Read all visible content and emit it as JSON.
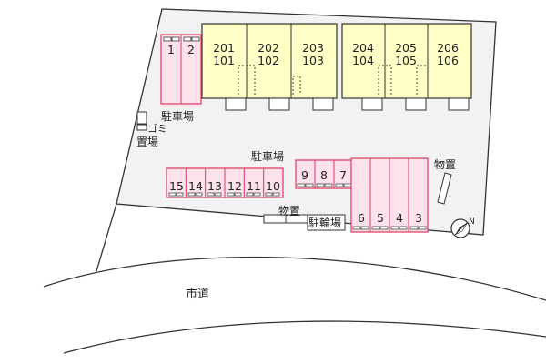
{
  "buildings": {
    "left": [
      {
        "upper": "201",
        "lower": "101"
      },
      {
        "upper": "202",
        "lower": "102"
      },
      {
        "upper": "203",
        "lower": "103"
      }
    ],
    "right": [
      {
        "upper": "204",
        "lower": "104"
      },
      {
        "upper": "205",
        "lower": "105"
      },
      {
        "upper": "206",
        "lower": "106"
      }
    ]
  },
  "parking": {
    "top_left": [
      "1",
      "2"
    ],
    "middle_left": [
      "15",
      "14",
      "13",
      "12",
      "11",
      "10"
    ],
    "middle_right": [
      "9",
      "8",
      "7"
    ],
    "bottom_right": [
      "6",
      "5",
      "4",
      "3"
    ]
  },
  "labels": {
    "parking_top": "駐車場",
    "parking_center": "駐車場",
    "garbage_1": "ゴミ",
    "garbage_2": "置場",
    "storage_right": "物置",
    "storage_bottom": "物置",
    "bicycle": "駐輪場",
    "road": "市道"
  },
  "compass": {
    "label": "N"
  },
  "colors": {
    "building_fill": "#ffffc6",
    "parking_fill": "#fde2ec",
    "parking_stroke": "#e0365f",
    "lot_fill": "#f2f2f2",
    "outline": "#333333"
  }
}
